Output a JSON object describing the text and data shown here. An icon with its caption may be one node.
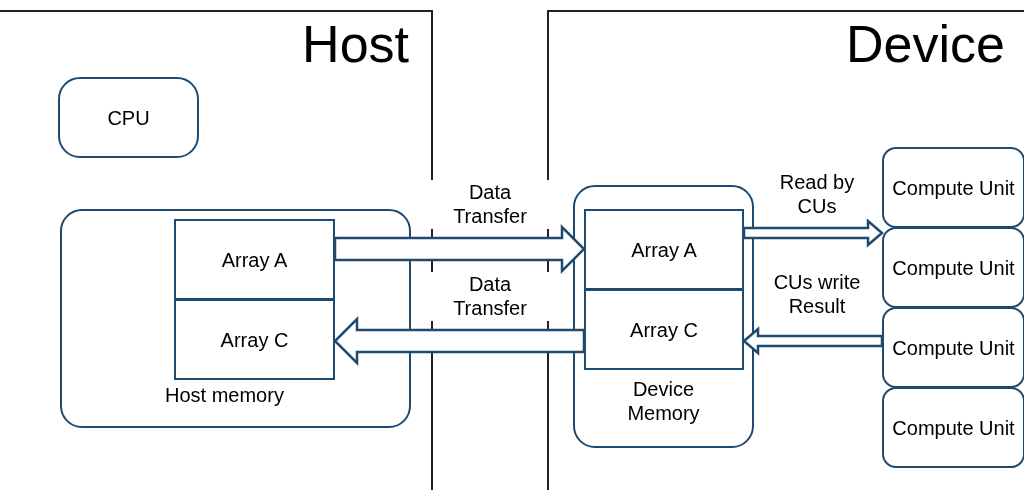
{
  "diagram": {
    "nodes": [
      {
        "text": [
          "Host"
        ]
      },
      {
        "text": [
          "CPU"
        ],
        "in": 0
      },
      {
        "text": [
          "Host memory"
        ],
        "in": 0
      },
      {
        "text": [
          "Array A"
        ],
        "in": 2
      },
      {
        "text": [
          "Array C"
        ],
        "in": 2
      },
      {
        "text": [
          "Device"
        ]
      },
      {
        "text": [
          "Device Memory"
        ],
        "in": 5
      },
      {
        "text": [
          "Array A"
        ],
        "in": 6
      },
      {
        "text": [
          "Array C"
        ],
        "in": 6
      },
      {
        "text": [
          "Compute Unit"
        ],
        "in": 5
      },
      {
        "text": [
          "Compute Unit"
        ],
        "in": 5
      },
      {
        "text": [
          "Compute Unit"
        ],
        "in": 5
      },
      {
        "text": [
          "Compute Unit"
        ],
        "in": 5
      }
    ],
    "edges": [
      {
        "from": 3,
        "to": 7,
        "arrow": "to",
        "label": "Data Transfer"
      },
      {
        "from": 8,
        "to": 4,
        "arrow": "to",
        "label": "Data Transfer"
      },
      {
        "from": 7,
        "to": 10,
        "arrow": "to",
        "label": "Read by CUs"
      },
      {
        "from": 11,
        "to": 8,
        "arrow": "to",
        "label": "CUs write Result"
      }
    ]
  }
}
